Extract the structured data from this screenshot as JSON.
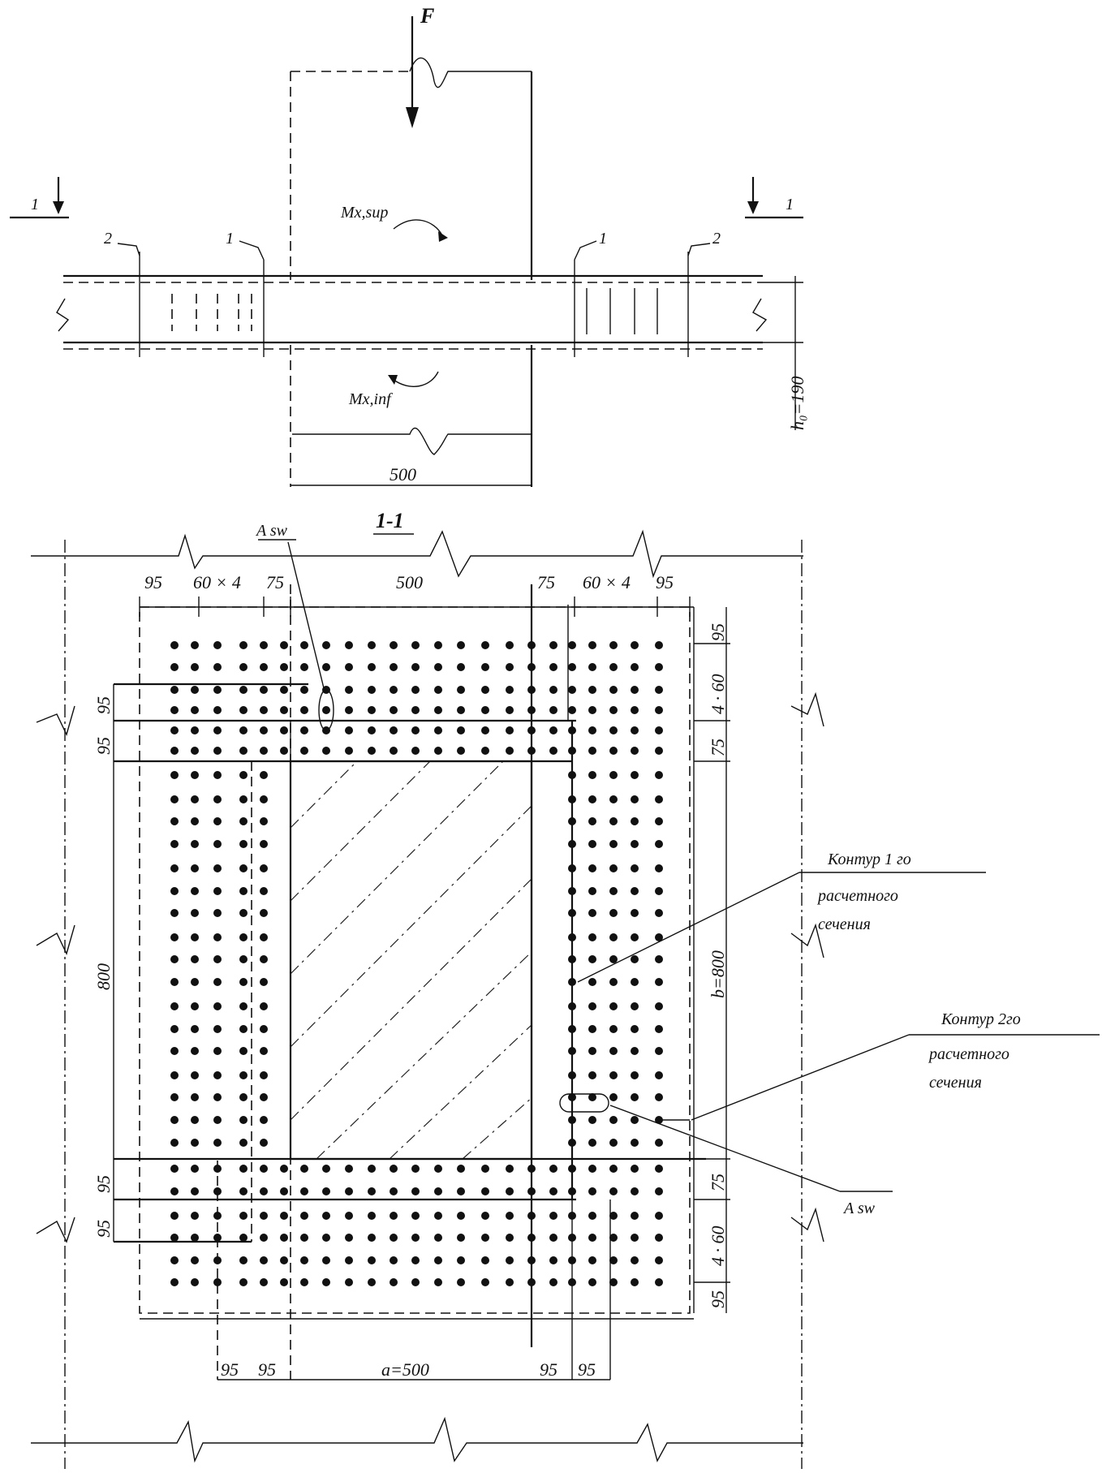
{
  "load_label": "F",
  "moment_top": "Mx,sup",
  "moment_bottom": "Mx,inf",
  "section_marks": [
    "1",
    "1"
  ],
  "contour_marks": [
    "2",
    "1",
    "1",
    "2"
  ],
  "slab_depth": "h₀=190",
  "column_width_top": "500",
  "section_title": "1-1",
  "asw_top": "A sw",
  "asw_right": "A sw",
  "dims_top": [
    "95",
    "60 × 4",
    "75",
    "500",
    "75",
    "60 × 4",
    "95"
  ],
  "dims_right": [
    "95",
    "4 · 60",
    "75",
    "b=800",
    "75",
    "4 · 60",
    "95"
  ],
  "dims_left": [
    "95",
    "95",
    "800",
    "95",
    "95"
  ],
  "dims_bottom": [
    "95",
    "95",
    "a=500",
    "95",
    "95"
  ],
  "contour1_label": [
    "Контур 1 го",
    "расчетного",
    "сечения"
  ],
  "contour2_label": [
    "Контур 2го",
    "расчетного",
    "сечения"
  ],
  "colors": {
    "ink": "#111111",
    "paper": "#ffffff"
  }
}
